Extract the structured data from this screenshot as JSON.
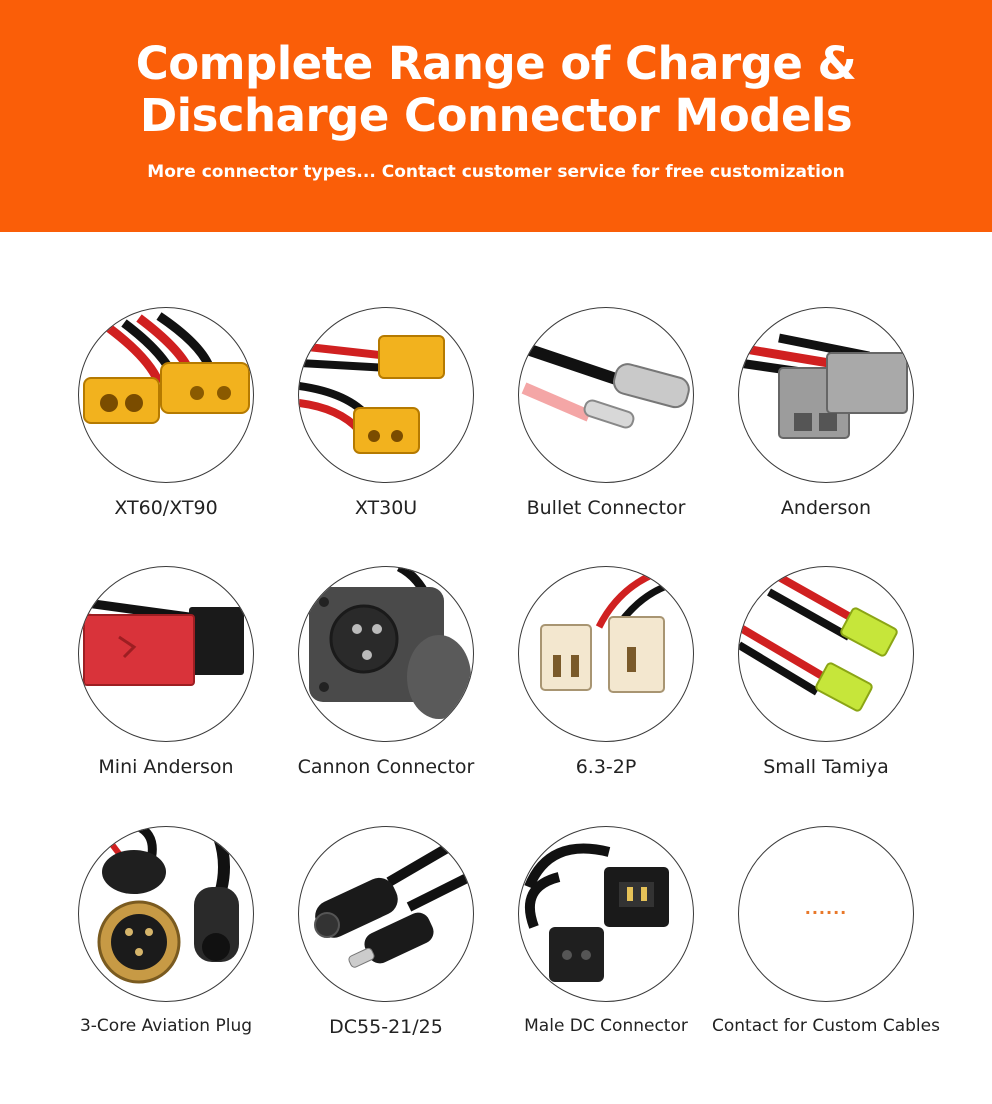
{
  "banner": {
    "title_line1": "Complete Range of Charge &",
    "title_line2": "Discharge Connector Models",
    "subtitle": "More connector types... Contact customer service for free customization"
  },
  "colors": {
    "banner_orange": "#fa5e08",
    "dots_orange": "#e8782a"
  },
  "items": [
    {
      "label": "XT60/XT90",
      "icon": "xt60-xt90-connector-icon"
    },
    {
      "label": "XT30U",
      "icon": "xt30u-connector-icon"
    },
    {
      "label": "Bullet Connector",
      "icon": "bullet-connector-icon"
    },
    {
      "label": "Anderson",
      "icon": "anderson-connector-icon"
    },
    {
      "label": "Mini Anderson",
      "icon": "mini-anderson-connector-icon"
    },
    {
      "label": "Cannon Connector",
      "icon": "cannon-connector-icon"
    },
    {
      "label": "6.3-2P",
      "icon": "6-3-2p-connector-icon"
    },
    {
      "label": "Small Tamiya",
      "icon": "small-tamiya-connector-icon"
    },
    {
      "label": "3-Core Aviation Plug",
      "icon": "aviation-plug-icon"
    },
    {
      "label": "DC55-21/25",
      "icon": "dc-barrel-connector-icon"
    },
    {
      "label": "Male DC Connector",
      "icon": "male-dc-connector-icon"
    },
    {
      "label": "Contact for Custom Cables",
      "icon": "ellipsis-dots-icon",
      "dots": "......"
    }
  ]
}
